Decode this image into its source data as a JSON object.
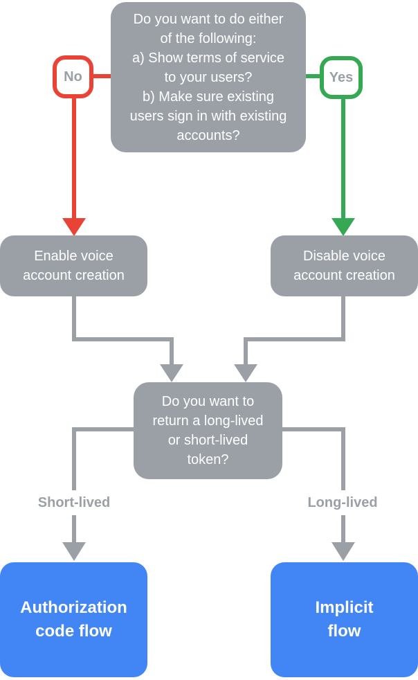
{
  "colors": {
    "background": "#FFFFFF",
    "node_gray": "#9AA0A6",
    "connector_gray": "#9AA0A6",
    "branch_red": "#EA4335",
    "branch_green": "#34A853",
    "result_blue": "#4285F4",
    "node_text": "#FFFFFF",
    "label_text": "#9AA0A6",
    "label_bg": "#FFFFFF"
  },
  "flowchart": {
    "top_question": "Do you want to do either\nof the following:\na) Show terms of service\nto your users?\nb) Make sure existing\nusers sign in with existing\naccounts?",
    "no_label": "No",
    "yes_label": "Yes",
    "no_result": "Enable voice\naccount creation",
    "yes_result": "Disable voice\naccount creation",
    "token_question": "Do you want to\nreturn a long-lived\nor short-lived\ntoken?",
    "short_lived_label": "Short-lived",
    "long_lived_label": "Long-lived",
    "short_lived_result": "Authorization\ncode flow",
    "long_lived_result": "Implicit\nflow"
  }
}
